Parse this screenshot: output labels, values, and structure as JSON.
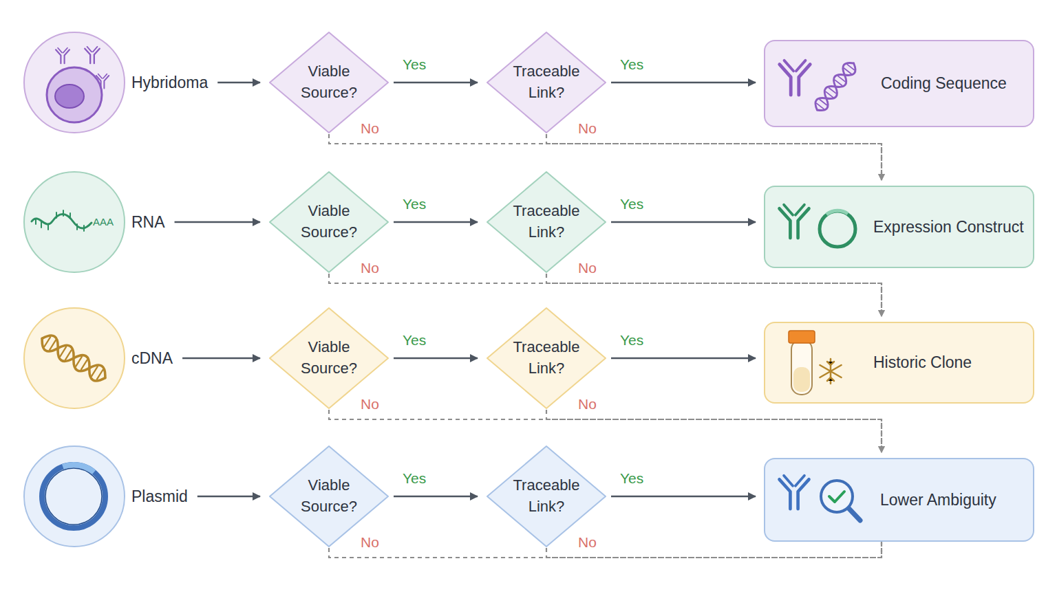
{
  "diagram": {
    "nodes": [
      {
        "text": [
          "Hybridoma"
        ]
      },
      {
        "text": [
          "Viable Source?"
        ]
      },
      {
        "text": [
          "Traceable Link?"
        ]
      },
      {
        "text": [
          "Coding Sequence"
        ]
      },
      {
        "text": [
          "RNA"
        ]
      },
      {
        "text": [
          "Viable Source?"
        ]
      },
      {
        "text": [
          "Traceable Link?"
        ]
      },
      {
        "text": [
          "Expression Construct"
        ]
      },
      {
        "text": [
          "cDNA"
        ]
      },
      {
        "text": [
          "Viable Source?"
        ]
      },
      {
        "text": [
          "Traceable Link?"
        ]
      },
      {
        "text": [
          "Historic Clone"
        ]
      },
      {
        "text": [
          "Plasmid"
        ]
      },
      {
        "text": [
          "Viable Source?"
        ]
      },
      {
        "text": [
          "Traceable Link?"
        ]
      },
      {
        "text": [
          "Lower Ambiguity"
        ]
      }
    ],
    "edges": [
      {
        "from": 0,
        "to": 1,
        "arrow": "to"
      },
      {
        "from": 1,
        "to": 2,
        "label": "Yes",
        "arrow": "to"
      },
      {
        "from": 2,
        "to": 3,
        "label": "Yes",
        "arrow": "to"
      },
      {
        "from": 1,
        "to": 7,
        "label": "No",
        "arrow": "to"
      },
      {
        "from": 2,
        "to": 7,
        "label": "No",
        "arrow": "to"
      },
      {
        "from": 4,
        "to": 5,
        "arrow": "to"
      },
      {
        "from": 5,
        "to": 6,
        "label": "Yes",
        "arrow": "to"
      },
      {
        "from": 6,
        "to": 7,
        "label": "Yes",
        "arrow": "to"
      },
      {
        "from": 5,
        "to": 11,
        "label": "No",
        "arrow": "to"
      },
      {
        "from": 6,
        "to": 11,
        "label": "No",
        "arrow": "to"
      },
      {
        "from": 8,
        "to": 9,
        "arrow": "to"
      },
      {
        "from": 9,
        "to": 10,
        "label": "Yes",
        "arrow": "to"
      },
      {
        "from": 10,
        "to": 11,
        "label": "Yes",
        "arrow": "to"
      },
      {
        "from": 9,
        "to": 15,
        "label": "No",
        "arrow": "to"
      },
      {
        "from": 10,
        "to": 15,
        "label": "No",
        "arrow": "to"
      },
      {
        "from": 12,
        "to": 13,
        "arrow": "to"
      },
      {
        "from": 13,
        "to": 14,
        "label": "Yes",
        "arrow": "to"
      },
      {
        "from": 14,
        "to": 15,
        "label": "Yes",
        "arrow": "to"
      },
      {
        "from": 13,
        "to": 15,
        "label": "No",
        "arrow": "none"
      },
      {
        "from": 14,
        "to": 15,
        "label": "No",
        "arrow": "none"
      }
    ],
    "labels": [
      "AAA"
    ]
  }
}
